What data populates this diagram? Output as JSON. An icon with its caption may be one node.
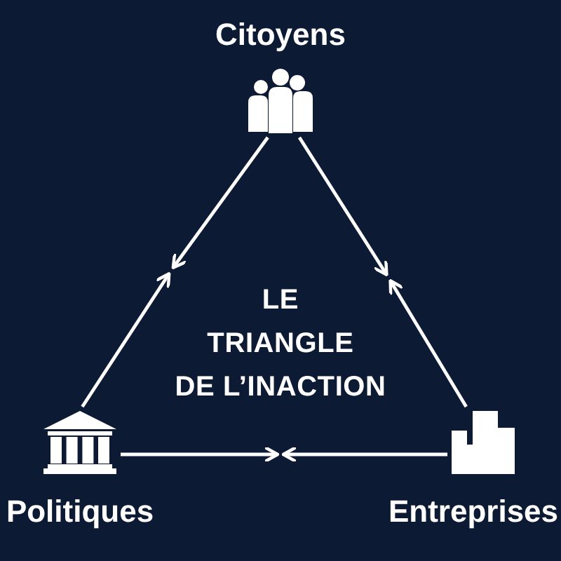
{
  "diagram": {
    "title": "LE TRIANGLE DE L’INACTION",
    "nodes": [
      {
        "text": [
          "Citoyens"
        ]
      },
      {
        "text": [
          "Politiques"
        ]
      },
      {
        "text": [
          "Entreprises"
        ]
      }
    ],
    "edges": [
      {
        "from": 0,
        "to": null,
        "arrow": "to"
      },
      {
        "from": 1,
        "to": null,
        "arrow": "to"
      },
      {
        "from": 0,
        "to": null,
        "arrow": "to"
      },
      {
        "from": 2,
        "to": null,
        "arrow": "to"
      },
      {
        "from": 1,
        "to": null,
        "arrow": "to"
      },
      {
        "from": 2,
        "to": null,
        "arrow": "to"
      }
    ]
  }
}
